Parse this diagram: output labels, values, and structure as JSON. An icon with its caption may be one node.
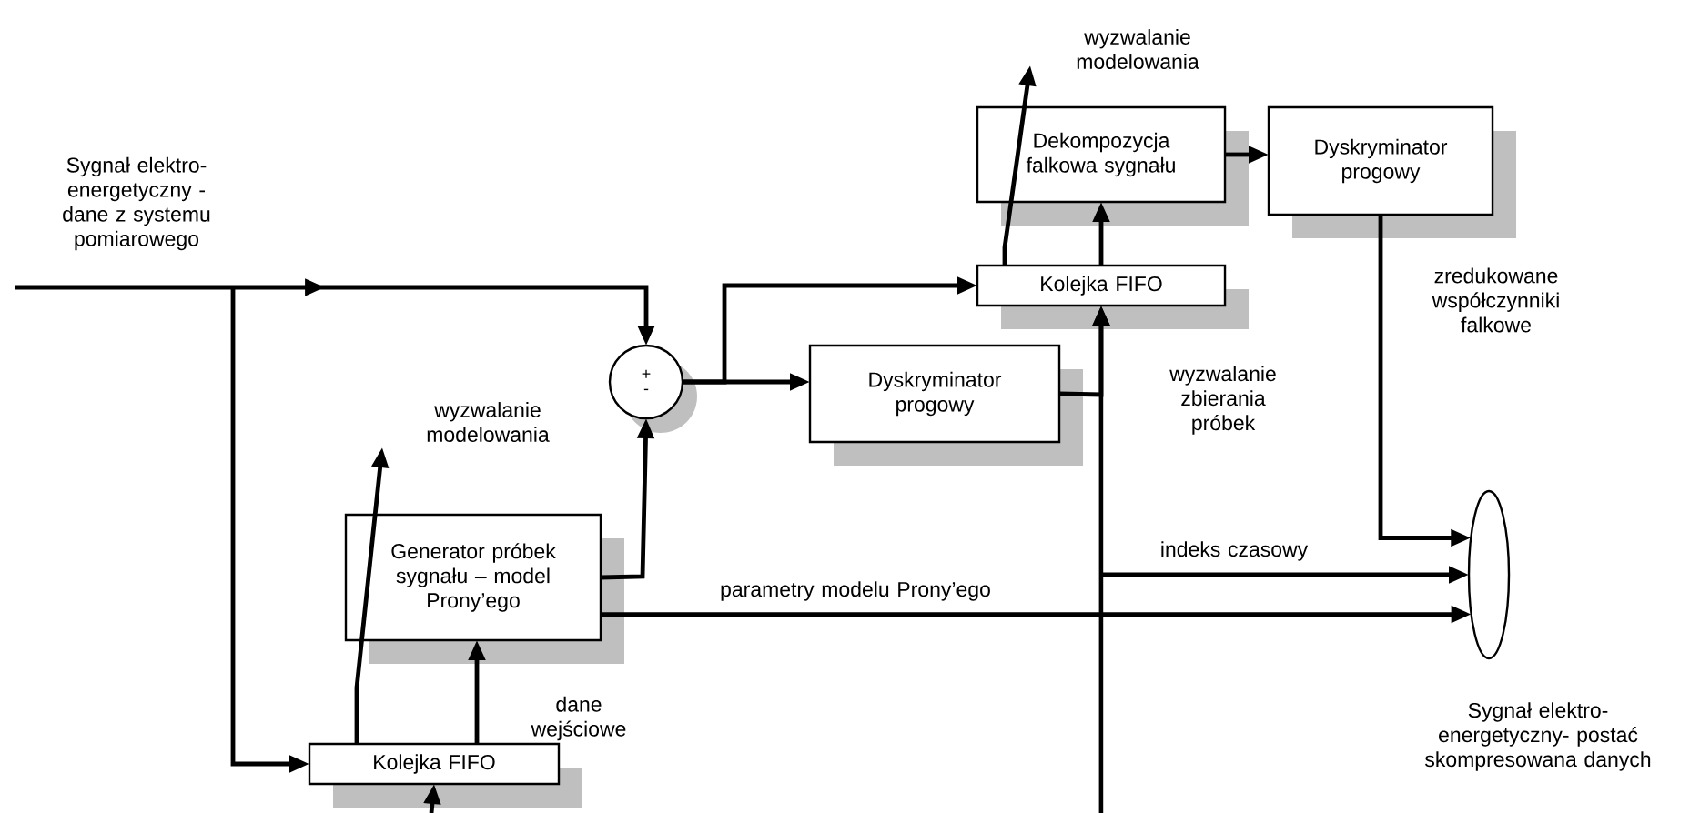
{
  "diagram": {
    "nodes": [
      {
        "text": [
          "+",
          "-"
        ]
      },
      {
        "text": [
          "Dyskryminator progowy"
        ]
      },
      {
        "text": [
          "Kolejka FIFO"
        ]
      },
      {
        "text": [
          "Dekompozycja falkowa sygnału"
        ]
      },
      {
        "text": [
          "Dyskryminator progowy"
        ]
      },
      {
        "text": [
          "Generator próbek sygnału – model Prony’ego"
        ]
      },
      {
        "text": [
          "Kolejka FIFO"
        ]
      },
      {
        "text": [],
        "shape": "ellipse",
        "beside": [
          "Sygnał elektro- energetyczny- postać skompresowana danych"
        ]
      }
    ],
    "edges": [
      {
        "from": null,
        "to": 0,
        "arrow": "to"
      },
      {
        "from": null,
        "to": 6,
        "arrow": "to"
      },
      {
        "from": 5,
        "to": 0,
        "arrow": "to"
      },
      {
        "from": 0,
        "to": 1,
        "arrow": "to"
      },
      {
        "from": 0,
        "to": 2,
        "arrow": "to"
      },
      {
        "from": 2,
        "to": 3,
        "arrow": "to"
      },
      {
        "from": 3,
        "to": 4,
        "arrow": "to"
      },
      {
        "from": 4,
        "to": 7,
        "arrow": "to",
        "label": "zredukowane współczynniki falkowe"
      },
      {
        "from": 1,
        "to": 2,
        "arrow": "to",
        "label": "wyzwalanie zbierania próbek"
      },
      {
        "from": null,
        "to": 2,
        "arrow": "to"
      },
      {
        "from": null,
        "to": 7,
        "arrow": "to",
        "label": "indeks czasowy"
      },
      {
        "from": null,
        "to": 6,
        "arrow": "to"
      },
      {
        "from": 5,
        "to": 7,
        "arrow": "to",
        "label": "parametry modelu Prony’ego"
      },
      {
        "from": 6,
        "to": 5,
        "arrow": "to",
        "label": "dane wejściowe"
      },
      {
        "from": 6,
        "to": null,
        "arrow": "to",
        "label": "wyzwalanie modelowania"
      },
      {
        "from": 2,
        "to": null,
        "arrow": "to",
        "label": "wyzwalanie modelowania"
      }
    ],
    "labels": [
      "Sygnał elektro- energetyczny - dane z systemu pomiarowego"
    ]
  }
}
